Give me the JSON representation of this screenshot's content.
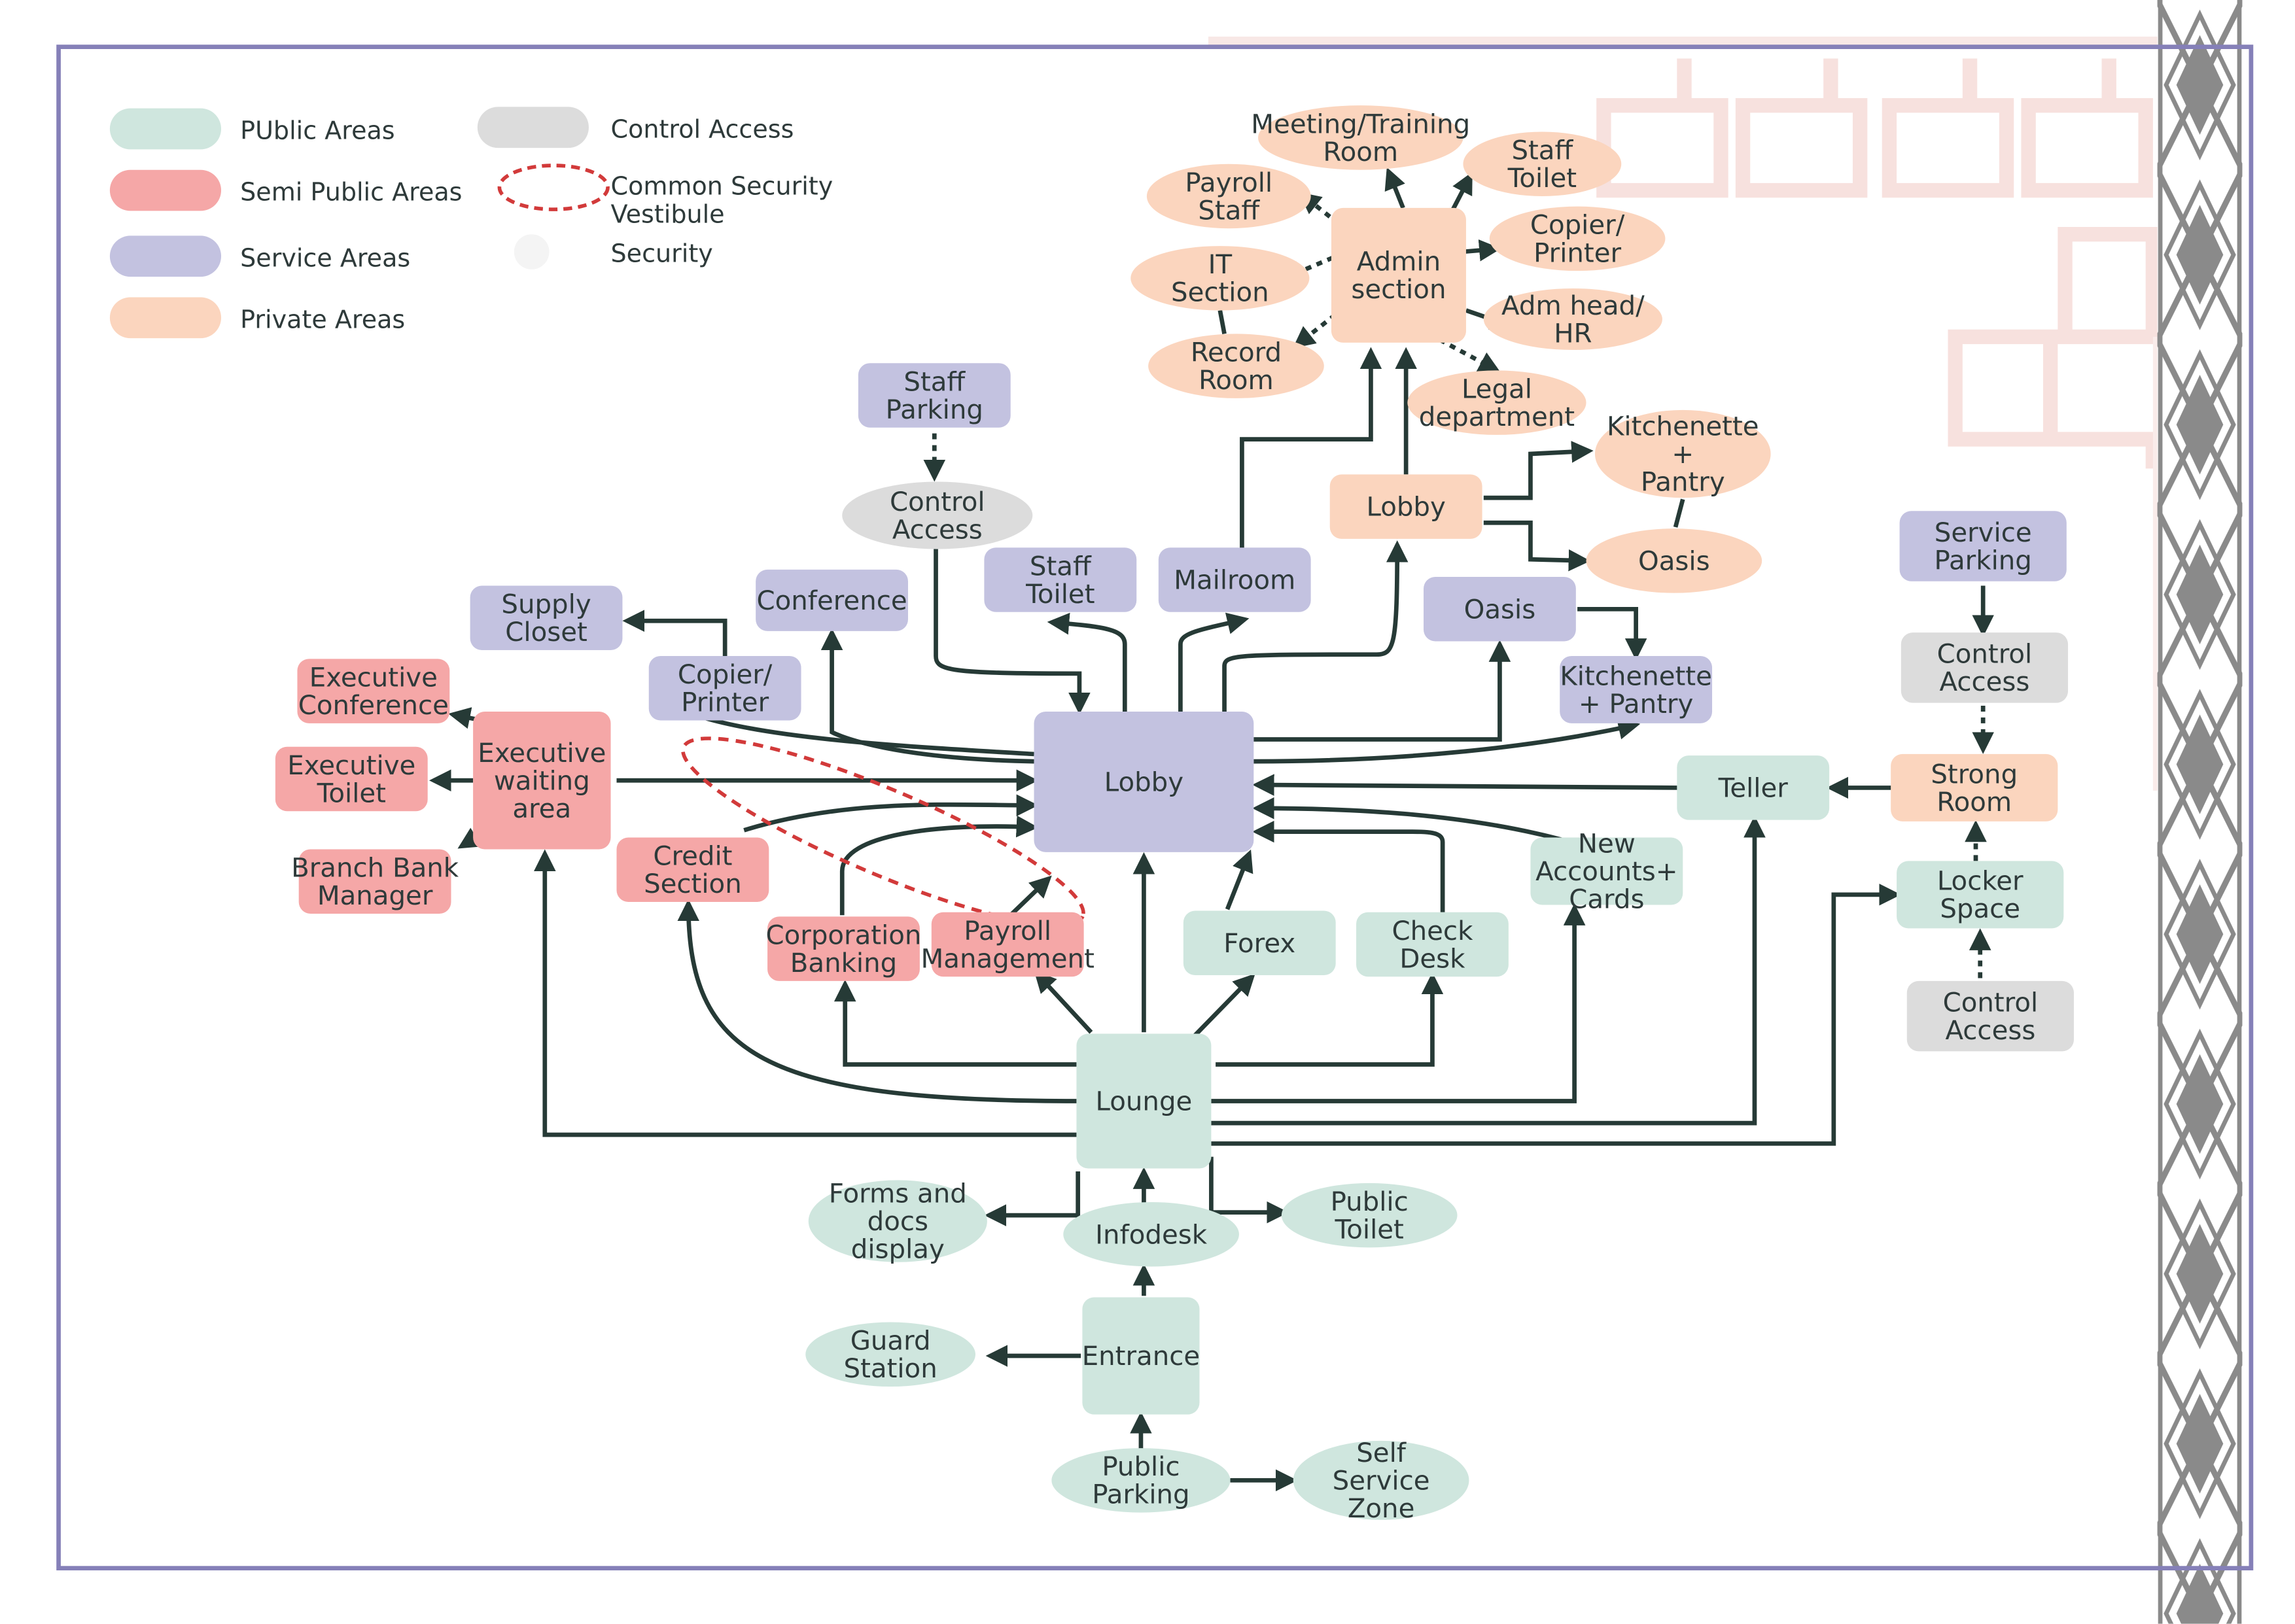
{
  "colors": {
    "public": "#cfe6de",
    "semi_public": "#f5a7a7",
    "service": "#c3c2e0",
    "private": "#fbd5be",
    "control": "#dcdcdc",
    "edge": "#263a36",
    "security": "#d23a3a",
    "frame": "#8580b8"
  },
  "legend": [
    {
      "kind": "public",
      "label": "PUblic Areas"
    },
    {
      "kind": "semi_public",
      "label": "Semi Public Areas"
    },
    {
      "kind": "service",
      "label": "Service Areas"
    },
    {
      "kind": "private",
      "label": "Private Areas"
    },
    {
      "kind": "control",
      "label": "Control Access"
    },
    {
      "kind": "security_ellipse",
      "label": "Common Security Vestibule"
    },
    {
      "kind": "security_dot",
      "label": "Security"
    }
  ],
  "nodes": {
    "meeting": "Meeting/Training Room",
    "staff_toilet_top": "Staff Toilet",
    "payroll_staff": "Payroll Staff",
    "copier_top": "Copier/ Printer",
    "it_section": "IT Section",
    "admin": "Admin section",
    "adm_head": "Adm head/ HR",
    "record_room": "Record Room",
    "legal": "Legal department",
    "kitchenette_top": "Kitchenette + Pantry",
    "lobby_upper": "Lobby",
    "oasis_private": "Oasis",
    "staff_parking": "Staff Parking",
    "control_top": "Control Access",
    "conference": "Conference",
    "staff_toilet": "Staff Toilet",
    "mailroom": "Mailroom",
    "oasis_service": "Oasis",
    "supply_closet": "Supply Closet",
    "copier": "Copier/ Printer",
    "kitchenette": "Kitchenette + Pantry",
    "service_parking": "Service Parking",
    "control_right": "Control Access",
    "exec_conf": "Executive Conference",
    "exec_toilet": "Executive Toilet",
    "exec_waiting": "Executive waiting area",
    "branch_manager": "Branch Bank Manager",
    "lobby": "Lobby",
    "teller": "Teller",
    "strong_room": "Strong Room",
    "credit": "Credit Section",
    "new_accounts": "New Accounts+ Cards",
    "locker": "Locker Space",
    "corp_banking": "Corporation Banking",
    "payroll_mgmt": "Payroll Management",
    "forex": "Forex",
    "check_desk": "Check Desk",
    "control_bottom": "Control Access",
    "lounge": "Lounge",
    "forms": "Forms and docs display",
    "infodesk": "Infodesk",
    "public_toilet": "Public Toilet",
    "guard": "Guard Station",
    "entrance": "Entrance",
    "public_parking": "Public Parking",
    "self_service": "Self Service Zone"
  }
}
